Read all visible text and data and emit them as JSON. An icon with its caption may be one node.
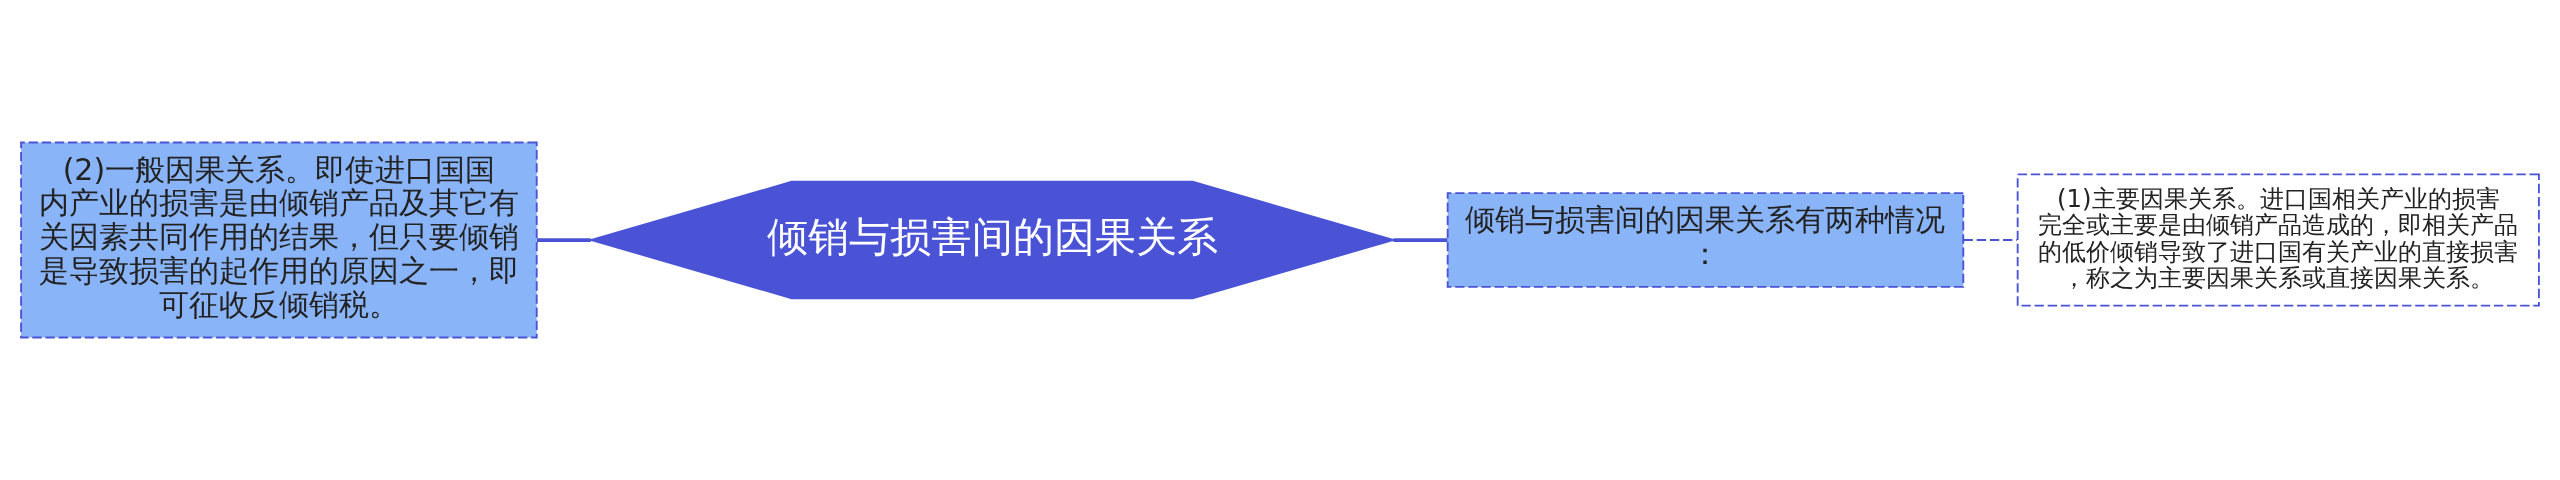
{
  "diagram": {
    "nodes": [
      {
        "text": [
          "倾销与损害间的因果关系"
        ]
      },
      {
        "text": [
          "(2)一般因果关系。即使进口国国内产业的损害是由倾销产品及其它有关因素共同作用的结果，但只要倾销是导致损害的起作用的原因之一，即可征收反倾销税。"
        ]
      },
      {
        "text": [
          "倾销与损害间的因果关系有两种情况："
        ]
      },
      {
        "text": [
          "(1)主要因果关系。进口国相关产业的损害完全或主要是由倾销产品造成的，即相关产品的低价倾销导致了进口国有关产业的直接损害，称之为主要因果关系或直接因果关系。"
        ]
      }
    ],
    "edges": [
      {
        "from": 1,
        "to": 0,
        "arrow": "none"
      },
      {
        "from": 0,
        "to": 2,
        "arrow": "none"
      },
      {
        "from": 2,
        "to": 3,
        "arrow": "none",
        "style": "dashed"
      }
    ]
  }
}
